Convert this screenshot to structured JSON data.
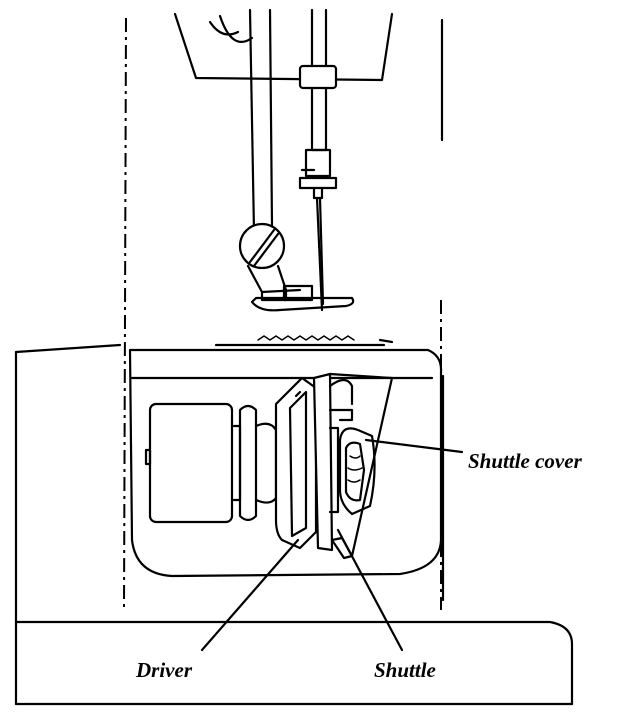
{
  "labels": {
    "shuttle_cover": "Shuttle cover",
    "driver": "Driver",
    "shuttle": "Shuttle"
  }
}
